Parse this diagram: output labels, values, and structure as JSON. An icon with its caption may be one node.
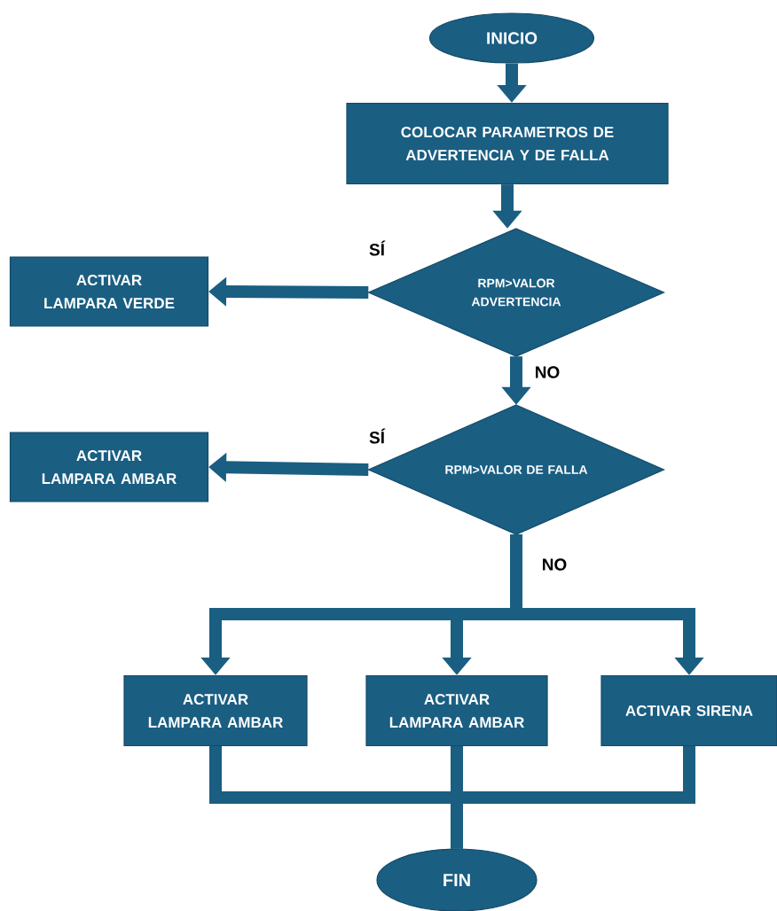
{
  "diagram": {
    "nodes": [
      {
        "text": [
          "INICIO"
        ]
      },
      {
        "text": [
          "COLOCAR PARAMETROS DE ADVERTENCIA Y DE FALLA"
        ]
      },
      {
        "text": [
          "RPM>VALOR ADVERTENCIA"
        ]
      },
      {
        "text": [
          "ACTIVAR LAMPARA VERDE"
        ]
      },
      {
        "text": [
          "RPM>VALOR DE FALLA"
        ]
      },
      {
        "text": [
          "ACTIVAR LAMPARA AMBAR"
        ]
      },
      {
        "text": [
          "ACTIVAR LAMPARA AMBAR"
        ]
      },
      {
        "text": [
          "ACTIVAR LAMPARA AMBAR"
        ]
      },
      {
        "text": [
          "ACTIVAR SIRENA"
        ]
      },
      {
        "text": [
          "FIN"
        ]
      }
    ],
    "edges": [
      {
        "from": 0,
        "to": 1,
        "arrow": "to"
      },
      {
        "from": 1,
        "to": 2,
        "arrow": "to"
      },
      {
        "from": 2,
        "to": 3,
        "arrow": "to",
        "label": "SÍ"
      },
      {
        "from": 2,
        "to": 4,
        "arrow": "to",
        "label": "NO"
      },
      {
        "from": 4,
        "to": 5,
        "arrow": "to",
        "label": "SÍ"
      },
      {
        "from": 4,
        "to": 6,
        "arrow": "to",
        "label": "NO"
      },
      {
        "from": 4,
        "to": 7,
        "arrow": "to"
      },
      {
        "from": 4,
        "to": 8,
        "arrow": "to"
      },
      {
        "from": 6,
        "to": 9,
        "arrow": "none"
      },
      {
        "from": 7,
        "to": 9,
        "arrow": "none"
      },
      {
        "from": 8,
        "to": 9,
        "arrow": "none"
      }
    ]
  }
}
